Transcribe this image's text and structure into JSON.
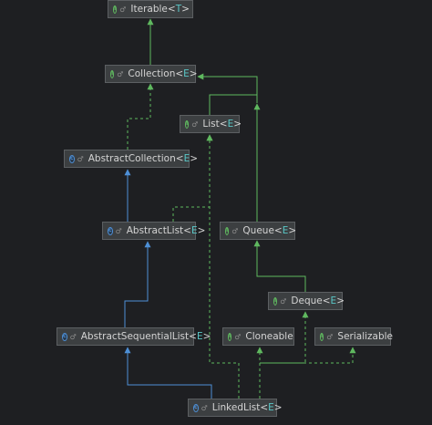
{
  "diagram": {
    "nodes": [
      {
        "id": "iterable",
        "name": "Iterable",
        "type_param": "T",
        "kind": "interface",
        "icon": "interface-icon"
      },
      {
        "id": "collection",
        "name": "Collection",
        "type_param": "E",
        "kind": "interface",
        "icon": "interface-icon"
      },
      {
        "id": "list",
        "name": "List",
        "type_param": "E",
        "kind": "interface",
        "icon": "interface-icon"
      },
      {
        "id": "abstractcollection",
        "name": "AbstractCollection",
        "type_param": "E",
        "kind": "abstract",
        "icon": "abstract-class-icon"
      },
      {
        "id": "abstractlist",
        "name": "AbstractList",
        "type_param": "E",
        "kind": "abstract",
        "icon": "abstract-class-icon"
      },
      {
        "id": "queue",
        "name": "Queue",
        "type_param": "E",
        "kind": "interface",
        "icon": "interface-icon"
      },
      {
        "id": "deque",
        "name": "Deque",
        "type_param": "E",
        "kind": "interface",
        "icon": "interface-icon"
      },
      {
        "id": "abstractsequentiallist",
        "name": "AbstractSequentialList",
        "type_param": "E",
        "kind": "abstract",
        "icon": "abstract-class-icon"
      },
      {
        "id": "cloneable",
        "name": "Cloneable",
        "type_param": "",
        "kind": "interface",
        "icon": "interface-icon"
      },
      {
        "id": "serializable",
        "name": "Serializable",
        "type_param": "",
        "kind": "interface",
        "icon": "interface-icon"
      },
      {
        "id": "linkedlist",
        "name": "LinkedList",
        "type_param": "E",
        "kind": "class",
        "icon": "class-icon"
      }
    ],
    "edges": [
      {
        "from": "collection",
        "to": "iterable",
        "relation": "extends"
      },
      {
        "from": "list",
        "to": "collection",
        "relation": "extends"
      },
      {
        "from": "queue",
        "to": "collection",
        "relation": "extends"
      },
      {
        "from": "deque",
        "to": "queue",
        "relation": "extends"
      },
      {
        "from": "abstractcollection",
        "to": "collection",
        "relation": "implements"
      },
      {
        "from": "abstractlist",
        "to": "abstractcollection",
        "relation": "extends"
      },
      {
        "from": "abstractlist",
        "to": "list",
        "relation": "implements"
      },
      {
        "from": "abstractsequentiallist",
        "to": "abstractlist",
        "relation": "extends"
      },
      {
        "from": "linkedlist",
        "to": "abstractsequentiallist",
        "relation": "extends"
      },
      {
        "from": "linkedlist",
        "to": "list",
        "relation": "implements"
      },
      {
        "from": "linkedlist",
        "to": "deque",
        "relation": "implements"
      },
      {
        "from": "linkedlist",
        "to": "cloneable",
        "relation": "implements"
      },
      {
        "from": "linkedlist",
        "to": "serializable",
        "relation": "implements"
      }
    ],
    "colors": {
      "background": "#1e1f22",
      "interface_edge": "#5fb85f",
      "class_edge": "#4d8fd6",
      "node_fill": "#3c3f41",
      "node_border": "#5c5f62",
      "type_param": "#5ac8c8"
    }
  }
}
